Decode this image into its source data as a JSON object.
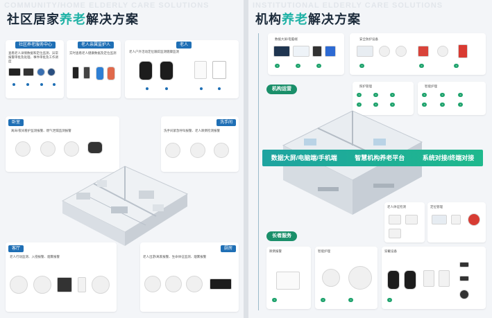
{
  "left": {
    "title_main": "社区居家",
    "title_hl": "养老",
    "title_tail": "解决方案",
    "ghost_text": "COMMUNITY/HOME ELDERLY CARE SOLUTIONS",
    "sections": {
      "community_center": "社区养老服务中心",
      "elder_guardian": "老人亲属监护人",
      "elder": "老人",
      "bedroom": "卧室",
      "bathroom": "洗手间",
      "living_room": "客厅",
      "kitchen": "厨房"
    },
    "notes": {
      "community_center": "查看老人详情数据和定位监测、异常报警审批及处理、事件审批及工作调度",
      "elder_guardian": "实时查看老人健康数据及定位监测",
      "elder": "老人户外活动定位跟踪监测健康监测",
      "bedroom": "离床/夜间看护监测报警、燃气泄漏监测报警",
      "bathroom": "洗手间紧急呼叫报警、老人跌倒检测报警",
      "living_room": "老人行动监测、入侵报警、烟雾报警",
      "kitchen": "老人出游/离家报警、生命体征监测、烟雾报警"
    }
  },
  "right": {
    "title_main": "机构",
    "title_hl": "养老",
    "title_tail": "解决方案",
    "ghost_text": "INSTITUTIONAL ELDERLY CARE SOLUTIONS",
    "banner": {
      "left": "数据大屏/电脑端/手机端",
      "center": "智慧机构养老平台",
      "right": "系统对接/终端对接"
    },
    "labels": {
      "operation": "机构运营",
      "elder_service": "长者服务",
      "data_screen": "数据大屏/电脑端",
      "safety": "安全防护设备",
      "care_mgmt": "照护管理",
      "vital_signs": "老人体征检测",
      "smart_care": "智能护理",
      "location": "定位管理",
      "fall_alarm": "跌倒报警",
      "wearable": "穿戴设备"
    }
  },
  "colors": {
    "accent": "#1fb2a6",
    "brand_blue": "#1f6fb5",
    "green": "#1fa36d"
  }
}
